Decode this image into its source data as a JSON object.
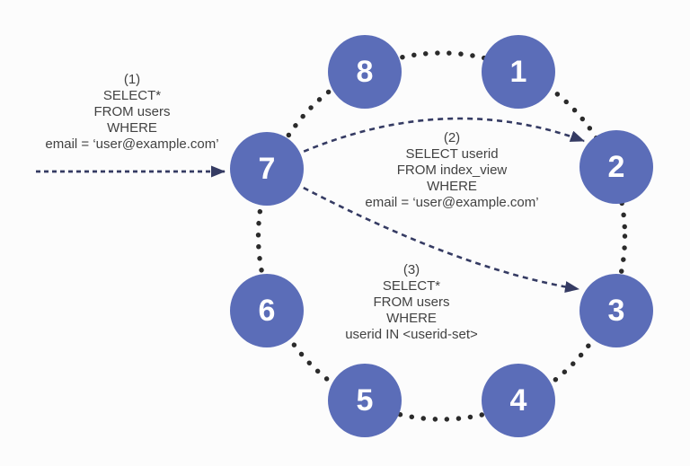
{
  "diagram_title": "distributed-ring-query-flow",
  "colors": {
    "node_fill": "#5b6db8",
    "node_text": "#ffffff",
    "ring_dots": "#2b2b2b",
    "arrow": "#353b63",
    "label_text": "#424242",
    "background": "#fcfcfc"
  },
  "ring": {
    "nodes": [
      {
        "label": "1"
      },
      {
        "label": "2"
      },
      {
        "label": "3"
      },
      {
        "label": "4"
      },
      {
        "label": "5"
      },
      {
        "label": "6"
      },
      {
        "label": "7"
      },
      {
        "label": "8"
      }
    ]
  },
  "queries": [
    {
      "step": "(1)",
      "text": "(1)\nSELECT*\nFROM users\nWHERE\nemail = ‘user@example.com’",
      "arrow": "into node 7 from left"
    },
    {
      "step": "(2)",
      "text": "(2)\nSELECT userid\nFROM index_view\nWHERE\nemail = ‘user@example.com’",
      "arrow": "node 7 to node 2"
    },
    {
      "step": "(3)",
      "text": "(3)\nSELECT*\nFROM users\nWHERE\nuserid IN <userid-set>",
      "arrow": "node 7 to node 3"
    }
  ]
}
